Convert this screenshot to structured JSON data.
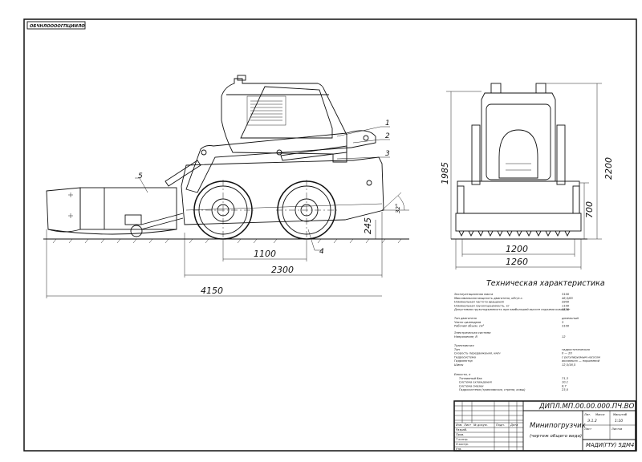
{
  "sheet": {
    "stamp": "ОБЧНЛООООГПЦИИЛО"
  },
  "dimensions": {
    "wheelbase": "1100",
    "track_length": "2300",
    "overall_length": "4150",
    "ground_clearance": "245",
    "angle_label": "32°",
    "front_height": "1985",
    "overall_height": "2200",
    "front_axle_height": "700",
    "track_width": "1200",
    "overall_width": "1260"
  },
  "callouts": [
    "1",
    "2",
    "3",
    "4",
    "5"
  ],
  "specs": {
    "title": "Техническая характеристика",
    "rows": [
      {
        "label": "Эксплуатационная масса",
        "value": "3100"
      },
      {
        "label": "Максимальная мощность двигателя, кВт/л.с.",
        "value": "46,5/63"
      },
      {
        "label": "Номинальная частота вращения",
        "value": "2800"
      },
      {
        "label": "Номинальная грузоподъемность, кг",
        "value": "1100"
      },
      {
        "label": "Допустимая грузоподъемность при наибольшей высоте подъема ковша, кг",
        "value": "1250"
      },
      {
        "label": "Тип двигателя",
        "value": "дизельный"
      },
      {
        "label": "Число цилиндров",
        "value": "3"
      },
      {
        "label": "Рабочий объем, см³",
        "value": "3100"
      },
      {
        "label": "Электрическая система",
        "value": ""
      },
      {
        "label": "Напряжение, В",
        "value": "12"
      },
      {
        "label": "Трансмиссия",
        "value": ""
      },
      {
        "label": "Тип",
        "value": "гидростатическая"
      },
      {
        "label": "Скорость передвижения, км/ч",
        "value": "0 — 20"
      },
      {
        "label": "Гидросистема",
        "value": "с регулируемым насосом"
      },
      {
        "label": "Гидромотор",
        "value": "аксиально — поршневой"
      },
      {
        "label": "Шины",
        "value": "12,5/16,5"
      },
      {
        "label": "Емкости, л",
        "value": ""
      },
      {
        "label": "Топливный бак",
        "value": "71,3"
      },
      {
        "label": "Система охлаждения",
        "value": "10,1"
      },
      {
        "label": "Система смазки",
        "value": "8,7"
      },
      {
        "label": "Гидросистема (трансмиссия, стрела, ковш)",
        "value": "23,0"
      }
    ]
  },
  "title_block": {
    "code": "ДИПЛ.МП.00.00.000.ПЧ.ВО",
    "name": "Минипогрузчик",
    "subtitle": "(чертеж общего вида)",
    "org": "МАДИ(ГТУ) 5ДМ4",
    "stage": "Э.1.2",
    "scale": "1:10",
    "left_labels": [
      "Изм.",
      "Лист",
      "№ докум.",
      "Подп.",
      "Дата",
      "Разраб.",
      "Пров.",
      "Т.контр.",
      "Н.контр.",
      "Утв."
    ],
    "right_labels": [
      "Лит.",
      "Масса",
      "Масштаб",
      "Лист",
      "Листов"
    ]
  }
}
